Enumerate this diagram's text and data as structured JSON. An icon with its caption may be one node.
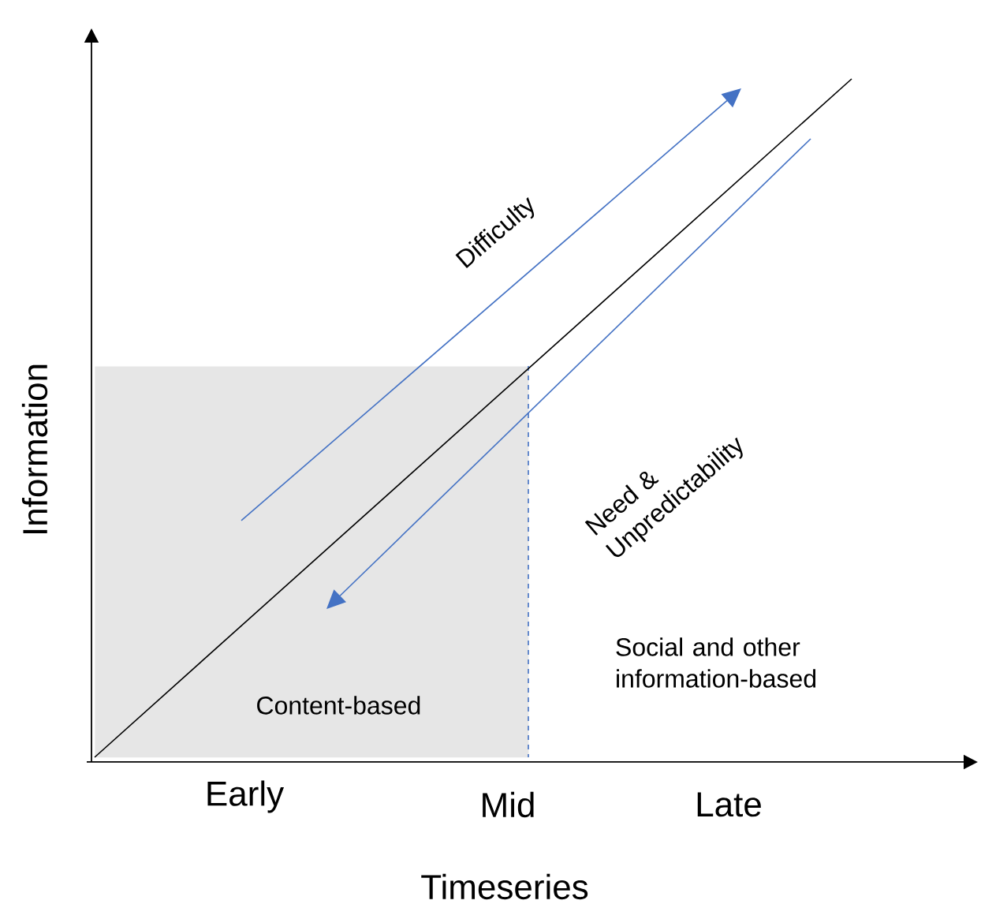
{
  "diagram": {
    "nodes": [
      {
        "text": [
          "Content-based"
        ]
      }
    ],
    "labels": [
      "Information",
      "Difficulty",
      "Need & Unpredictability",
      "Social and other information-based",
      "Early",
      "Mid",
      "Late",
      "Timeseries"
    ]
  }
}
